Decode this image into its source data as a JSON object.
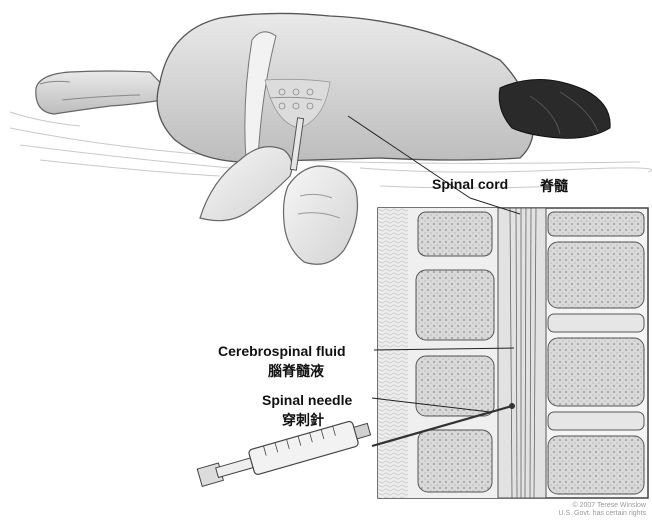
{
  "labels": {
    "spinal_cord_en": "Spinal cord",
    "spinal_cord_zh": "脊髓",
    "csf_en": "Cerebrospinal fluid",
    "csf_zh": "腦脊髓液",
    "needle_en": "Spinal needle",
    "needle_zh": "穿刺針"
  },
  "credit": {
    "line1": "© 2007 Terese Winslow",
    "line2": "U.S. Govt. has certain rights"
  }
}
